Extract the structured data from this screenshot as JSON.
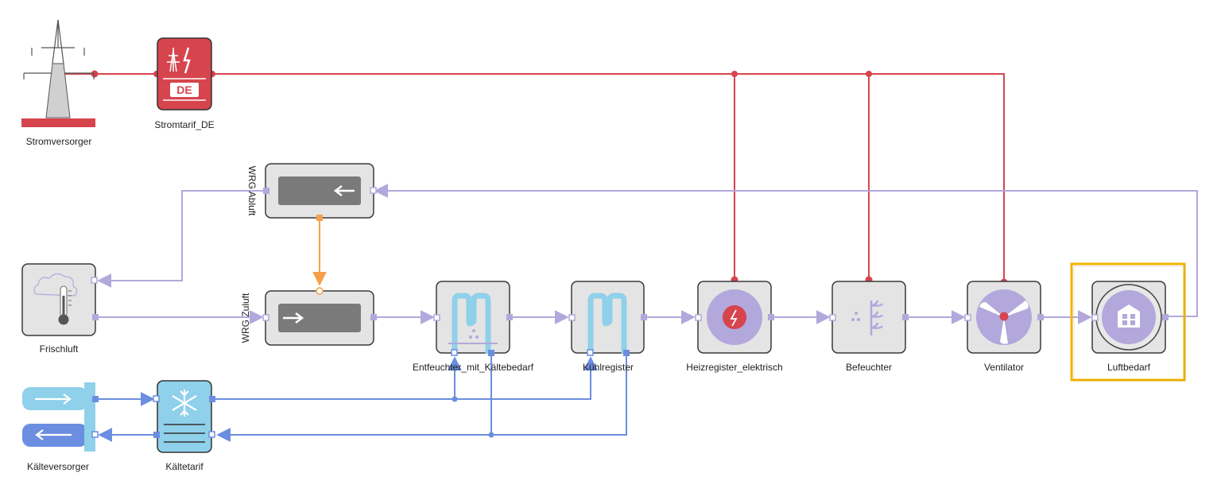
{
  "components": {
    "stromversorger": {
      "label": "Stromversorger",
      "icon": "power-pylon-icon"
    },
    "stromtarif": {
      "label": "Stromtarif_DE",
      "badge": "DE",
      "icon": "electricity-tariff-icon"
    },
    "frischluft": {
      "label": "Frischluft",
      "icon": "weather-thermometer-icon"
    },
    "wrg_abluft": {
      "label": "WRG Abluft",
      "icon": "heat-exchanger-icon"
    },
    "wrg_zuluft": {
      "label": "WRG Zuluft",
      "icon": "heat-exchanger-icon"
    },
    "entfeuchter": {
      "label": "Entfeuchter_mit_Kältebedarf",
      "icon": "dehumidifier-coil-icon"
    },
    "kuehlregister": {
      "label": "Kühlregister",
      "icon": "cooling-coil-icon"
    },
    "heizregister": {
      "label": "Heizregister_elektrisch",
      "icon": "electric-heater-icon"
    },
    "befeuchter": {
      "label": "Befeuchter",
      "icon": "humidifier-icon"
    },
    "ventilator": {
      "label": "Ventilator",
      "icon": "fan-icon"
    },
    "luftbedarf": {
      "label": "Luftbedarf",
      "icon": "building-icon",
      "selected": true
    },
    "kaelteversorger": {
      "label": "Kälteversorger",
      "icon": "cold-supply-arrows-icon"
    },
    "kaeltetarif": {
      "label": "Kältetarif",
      "icon": "snowflake-tariff-icon"
    }
  },
  "colors": {
    "electric": "#d6444e",
    "air": "#b3a8dc",
    "heat": "#f5a04a",
    "cold": "#6b8ee0",
    "cold_light": "#8fd0ea",
    "selection": "#f2b400"
  }
}
